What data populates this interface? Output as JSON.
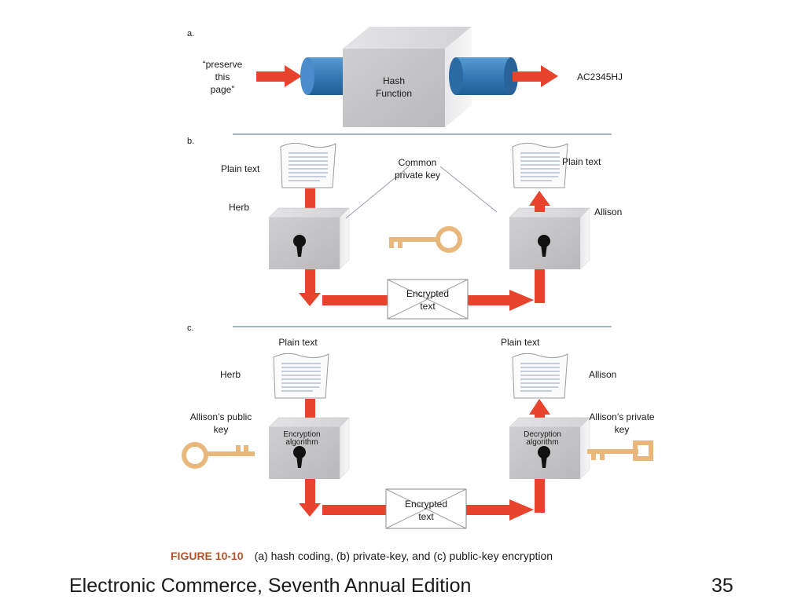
{
  "colors": {
    "arrow": "#e8432c",
    "cylinder": "#3479b6",
    "box": "#c4c4c6",
    "key": "#e9b77c",
    "divider": "#a9b3c8",
    "caption_accent": "#b5532a"
  },
  "section_a": {
    "label": "a.",
    "input_lines": [
      "“preserve",
      "this",
      "page”"
    ],
    "box_lines": [
      "Hash",
      "Function"
    ],
    "output": "AC2345HJ"
  },
  "section_b": {
    "label": "b.",
    "plain_text_left": "Plain text",
    "plain_text_right": "Plain text",
    "sender": "Herb",
    "receiver": "Allison",
    "key_lines": [
      "Common",
      "private key"
    ],
    "envelope_lines": [
      "Encrypted",
      "text"
    ]
  },
  "section_c": {
    "label": "c.",
    "plain_text_left": "Plain text",
    "plain_text_right": "Plain text",
    "sender": "Herb",
    "receiver": "Allison",
    "public_key_lines": [
      "Allison’s public",
      "key"
    ],
    "private_key_lines": [
      "Allison’s private",
      "key"
    ],
    "encrypt_lines": [
      "Encryption",
      "algorithm"
    ],
    "decrypt_lines": [
      "Decryption",
      "algorithm"
    ],
    "envelope_lines": [
      "Encrypted",
      "text"
    ]
  },
  "caption": {
    "figure": "FIGURE 10-10",
    "text": "(a) hash coding, (b) private-key, and (c) public-key encryption"
  },
  "footer": {
    "title": "Electronic Commerce, Seventh Annual Edition",
    "page": "35"
  }
}
